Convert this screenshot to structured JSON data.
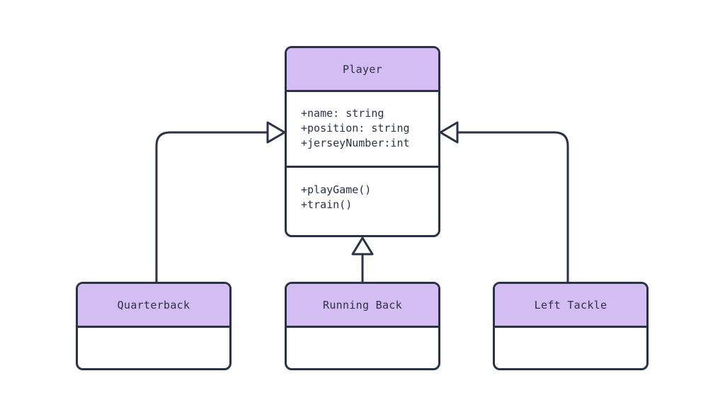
{
  "classes": {
    "player": {
      "name": "Player",
      "attributes": [
        "+name: string",
        "+position: string",
        "+jerseyNumber:int"
      ],
      "methods": [
        "+playGame()",
        "+train()"
      ]
    },
    "quarterback": {
      "name": "Quarterback"
    },
    "running_back": {
      "name": "Running Back"
    },
    "left_tackle": {
      "name": "Left Tackle"
    }
  },
  "relationships": [
    {
      "type": "inheritance",
      "from": "Quarterback",
      "to": "Player"
    },
    {
      "type": "inheritance",
      "from": "Running Back",
      "to": "Player"
    },
    {
      "type": "inheritance",
      "from": "Left Tackle",
      "to": "Player"
    }
  ],
  "colors": {
    "header_fill": "#d3bdf2",
    "stroke": "#2b3245",
    "background": "#ffffff"
  }
}
